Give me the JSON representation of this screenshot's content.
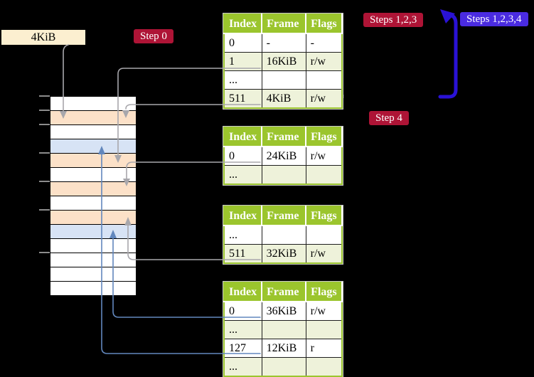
{
  "label_4kib": "4KiB",
  "badges": {
    "step0": "Step 0",
    "steps123": "Steps 1,2,3",
    "steps1234": "Steps 1,2,3,4",
    "step4": "Step 4"
  },
  "tables": [
    {
      "name": "page-table-level-4",
      "headers": [
        "Index",
        "Frame",
        "Flags"
      ],
      "rows": [
        {
          "cells": [
            "0",
            "-",
            "-"
          ],
          "shade": false,
          "highlight": false
        },
        {
          "cells": [
            "1",
            "16KiB",
            "r/w"
          ],
          "shade": true,
          "highlight": false
        },
        {
          "cells": [
            "...",
            "",
            ""
          ],
          "shade": false,
          "highlight": false
        },
        {
          "cells": [
            "511",
            "4KiB",
            "r/w"
          ],
          "shade": true,
          "highlight": true
        }
      ]
    },
    {
      "name": "page-table-level-3",
      "headers": [
        "Index",
        "Frame",
        "Flags"
      ],
      "rows": [
        {
          "cells": [
            "0",
            "24KiB",
            "r/w"
          ],
          "shade": false,
          "highlight": false
        },
        {
          "cells": [
            "...",
            "",
            ""
          ],
          "shade": true,
          "highlight": false
        }
      ]
    },
    {
      "name": "page-table-level-2",
      "headers": [
        "Index",
        "Frame",
        "Flags"
      ],
      "rows": [
        {
          "cells": [
            "...",
            "",
            ""
          ],
          "shade": false,
          "highlight": false
        },
        {
          "cells": [
            "511",
            "32KiB",
            "r/w"
          ],
          "shade": true,
          "highlight": false
        }
      ]
    },
    {
      "name": "page-table-level-1",
      "headers": [
        "Index",
        "Frame",
        "Flags"
      ],
      "rows": [
        {
          "cells": [
            "0",
            "36KiB",
            "r/w"
          ],
          "shade": false,
          "highlight": false
        },
        {
          "cells": [
            "...",
            "",
            ""
          ],
          "shade": true,
          "highlight": false
        },
        {
          "cells": [
            "127",
            "12KiB",
            "r"
          ],
          "shade": false,
          "highlight": false
        },
        {
          "cells": [
            "...",
            "",
            ""
          ],
          "shade": true,
          "highlight": false
        }
      ]
    }
  ],
  "memory": {
    "rows": [
      "unused",
      "page_table",
      "unused",
      "mapped",
      "page_table",
      "unused",
      "page_table",
      "unused",
      "page_table",
      "mapped",
      "unused",
      "unused",
      "unused",
      "unused"
    ]
  },
  "colors": {
    "badge_red": "#ae1436",
    "badge_blue": "#4a2be0",
    "thick_arrow_blue": "#2a12d6",
    "connector_gray": "#a8a7ac",
    "connector_blue": "#6287bd",
    "table_header_green": "#9bc52d",
    "table_row_green": "#eef2da",
    "highlight_yellow": "#ffff9b",
    "frame_page_table_peach": "#fce1c8",
    "frame_mapped_blue": "#d7e3f5",
    "label_box_cream": "#fcefd0"
  }
}
